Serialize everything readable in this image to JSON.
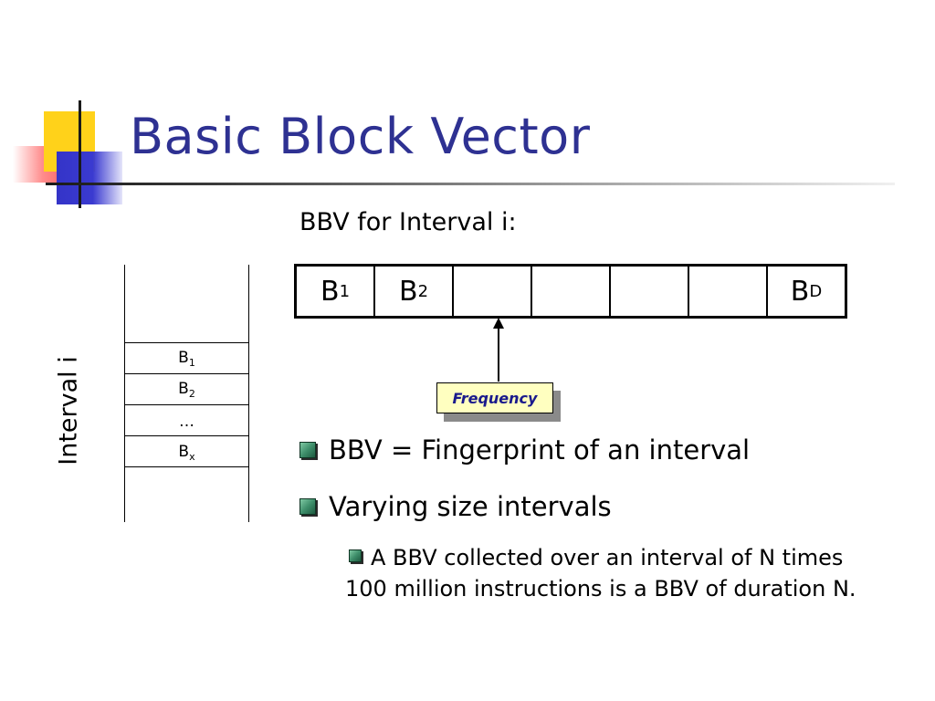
{
  "slide": {
    "title": "Basic Block Vector",
    "bbv_heading": "BBV for Interval i:",
    "callout": "Frequency",
    "interval_label": "Interval i"
  },
  "vector": {
    "cells": [
      {
        "base": "B",
        "sub": "1"
      },
      {
        "base": "B",
        "sub": "2"
      },
      {
        "base": "",
        "sub": ""
      },
      {
        "base": "",
        "sub": ""
      },
      {
        "base": "",
        "sub": ""
      },
      {
        "base": "",
        "sub": ""
      },
      {
        "base": "B",
        "sub": "D"
      }
    ]
  },
  "interval_column": {
    "rows": [
      {
        "base": "B",
        "sub": "1"
      },
      {
        "base": "B",
        "sub": "2"
      },
      {
        "base": "…",
        "sub": ""
      },
      {
        "base": "B",
        "sub": "x"
      }
    ]
  },
  "bullets": [
    {
      "text": "BBV = Fingerprint of an interval"
    },
    {
      "text": "Varying size intervals"
    }
  ],
  "sub_bullet": {
    "text": "A BBV collected over an interval of N times 100 million instructions is a BBV of duration N."
  },
  "colors": {
    "title": "#2e3192",
    "callout_fill": "#ffffc0",
    "callout_text": "#1a1a8c",
    "logo_yellow": "#ffd21a",
    "logo_blue": "#3434c8",
    "logo_red": "#ff3c3c"
  }
}
